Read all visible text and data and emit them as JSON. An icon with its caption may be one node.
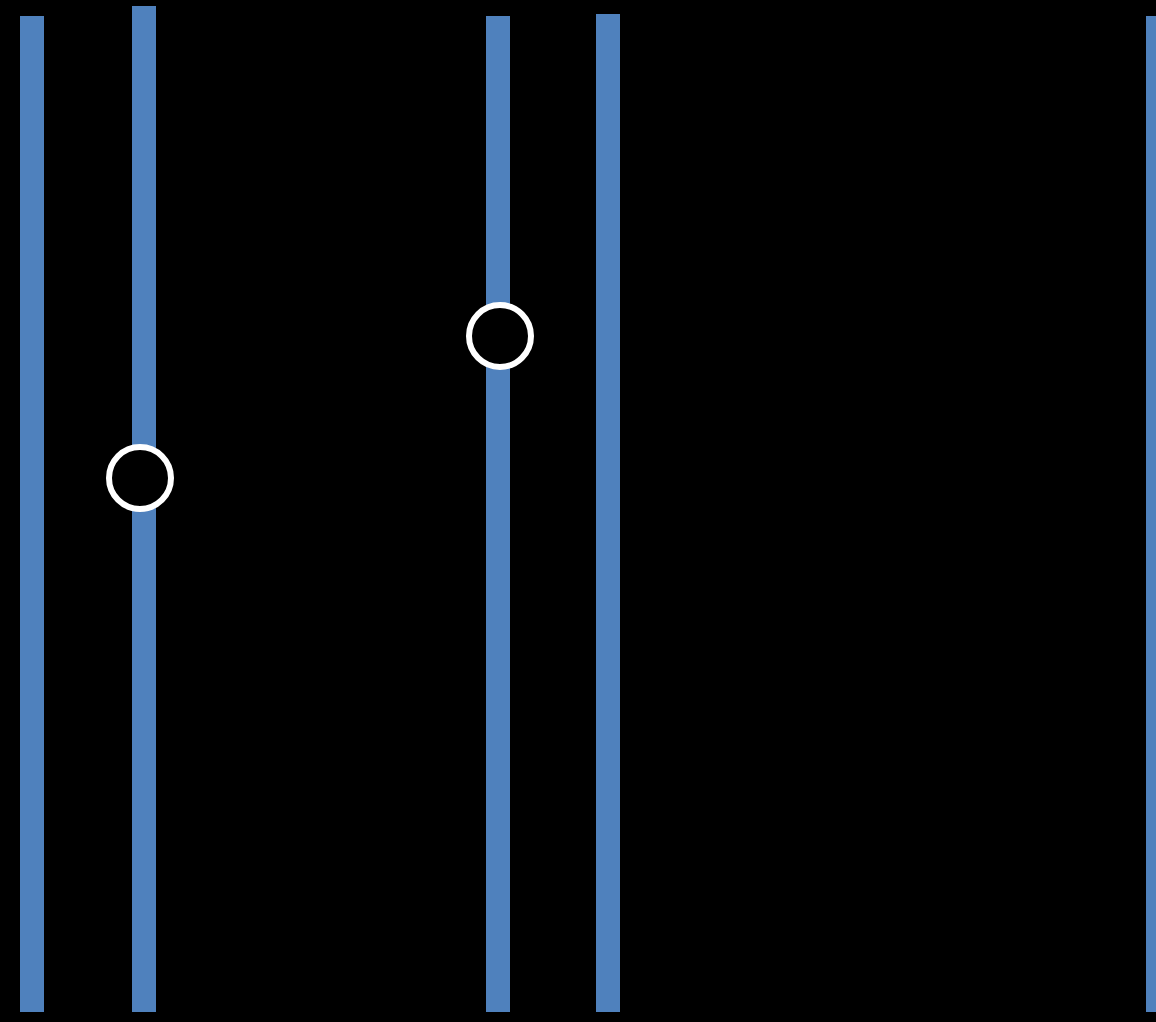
{
  "diagram": {
    "nodes": [
      {
        "text": [],
        "shape": "bar"
      },
      {
        "text": [],
        "shape": "bar"
      },
      {
        "text": [],
        "shape": "circle"
      },
      {
        "text": [],
        "shape": "bar"
      },
      {
        "text": [],
        "shape": "circle"
      },
      {
        "text": [],
        "shape": "bar"
      },
      {
        "text": [],
        "shape": "bar"
      }
    ]
  }
}
